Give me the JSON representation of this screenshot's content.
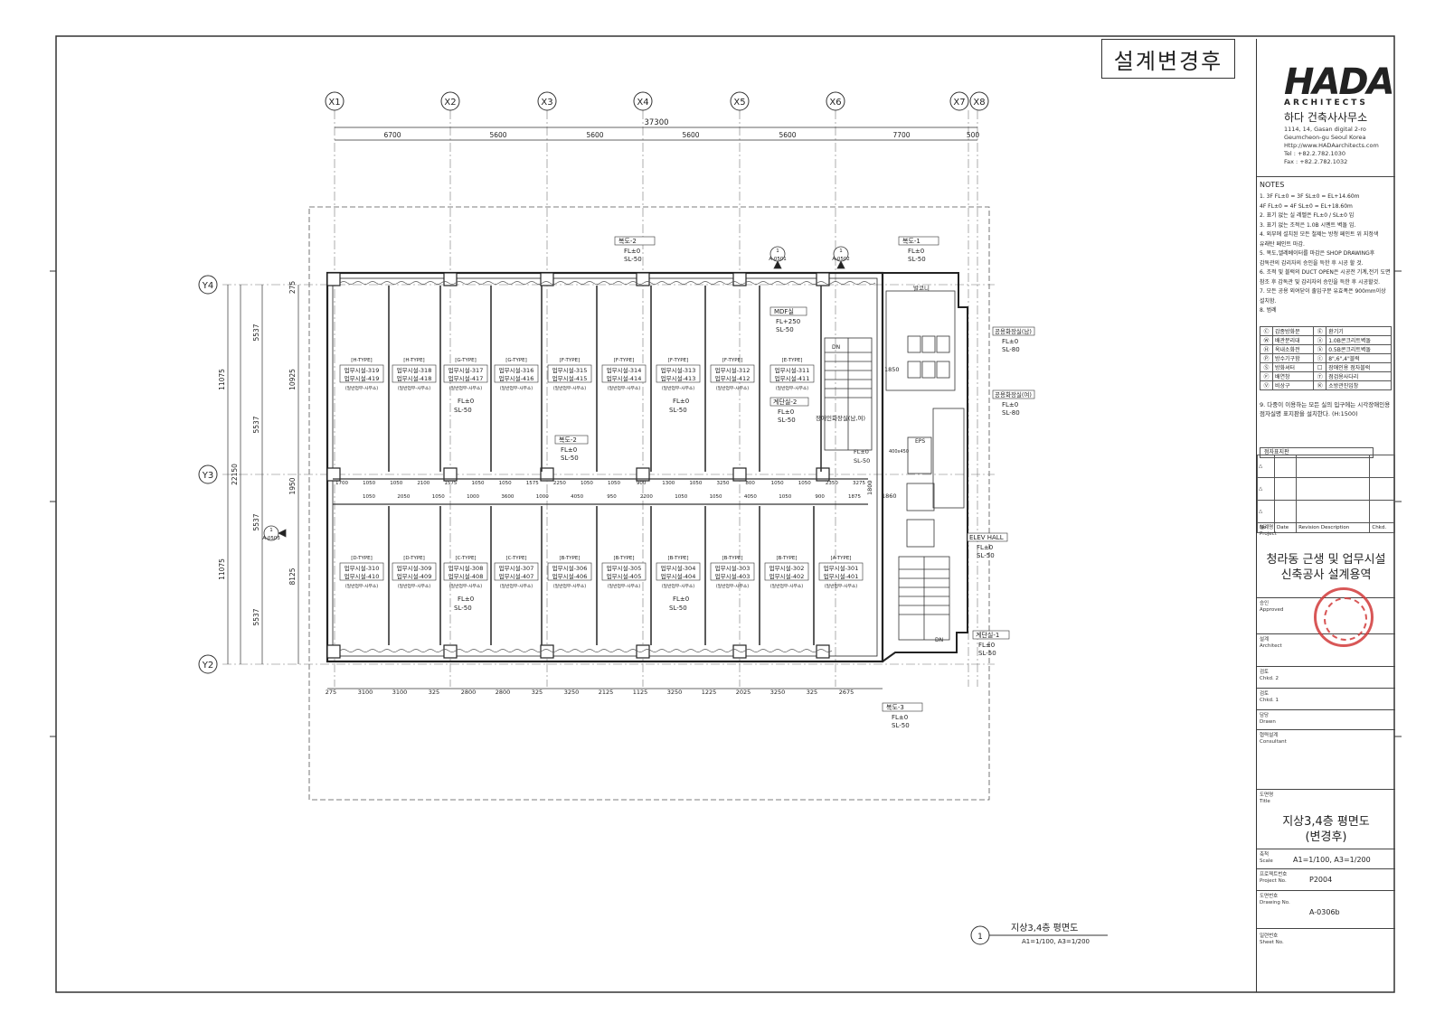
{
  "stamp": {
    "text": "설계변경후"
  },
  "firm": {
    "logo": "HADA",
    "logo_sub": "ARCHITECTS",
    "name_kr": "하다 건축사사무소",
    "address": "1114, 14, Gasan digital 2-ro\nGeumcheon-gu Seoul Korea\nHttp://www.HADAarchitects.com\nTel : +82.2.782.1030\nFax : +82.2.782.1032"
  },
  "notes": {
    "title": "NOTES",
    "items": [
      "1. 3F FL±0 = 3F SL±0 = EL+14.60m",
      "   4F FL±0 = 4F SL±0 = EL+18.60m",
      "2. 표기 없는 실 레벨은 FL±0 / SL±0 임",
      "3. 표기 없는 조적은 1.0B 시멘트 벽돌 임.",
      "4. 외부에 설치된 모든 철제는 방청 페인트 위 지정색",
      "   유래탄 페인트 마감.",
      "5. 복도,엘레베이터를 마감은 SHOP DRAWING후",
      "   감독관의 감리자의 승인을 득한 후 시공 할 것.",
      "6. 조적 및 블럭의 DUCT OPEN은 시공전 기계,전기 도면",
      "   참조 후 감독관 및 감리자의 승인을 득한 후 시공할것.",
      "7. 모든 공용 외여닫이 출입구문 유효폭은 900mm이상",
      "   설치함.",
      "8. 범례"
    ],
    "legend": [
      [
        "Ⓒ",
        "갑종방화문",
        "Ⓔ",
        "환기기"
      ],
      [
        "Ⓦ",
        "배관분리대",
        "ⓐ",
        "1.0B콘크리트벽돌"
      ],
      [
        "Ⓗ",
        "옥내소화전",
        "ⓑ",
        "0.5B콘크리트벽돌"
      ],
      [
        "Ⓟ",
        "방수기구함",
        "ⓒ",
        "8\",6\",4\"블럭"
      ],
      [
        "Ⓢ",
        "방화셔터",
        "□",
        "장애인용 점자블럭"
      ],
      [
        "Ⓕ",
        "배연창",
        "Ⓣ",
        "점검용사다리"
      ],
      [
        "Ⓥ",
        "비상구",
        "Ⓚ",
        "소방관진입창"
      ]
    ],
    "item9": "9. 다중이 이용하는 모든 실의 입구에는 시각장애인용 점자실명 표지판을 설치한다. (H:1500)",
    "legend2": "점자표지판"
  },
  "revision": {
    "no": "No.",
    "date": "Date",
    "desc": "Revision Description",
    "chkd": "Chkd."
  },
  "titleblock": {
    "project_label": "설계명\nProject",
    "project": "청라동 근생 및 업무시설\n신축공사 설계용역",
    "approved_label": "승인\nApproved",
    "architect_label": "설계\nArchitect",
    "chkd2_label": "검토\nChkd. 2",
    "chkd1_label": "검토\nChkd. 1",
    "drawn_label": "담당\nDrawn",
    "consultant_label": "협력설계\nConsultant",
    "title_label": "도면명\nTitle",
    "title": "지상3,4층 평면도\n(변경후)",
    "scale_label": "축척\nScale",
    "scale": "A1=1/100, A3=1/200",
    "project_no_label": "프로젝트번호\nProject No.",
    "project_no": "P2004",
    "drawing_no_label": "도면번호\nDrawing No.",
    "drawing_no": "A-0306b",
    "sheet_no_label": "일련번호\nSheet No."
  },
  "drawing": {
    "sheet_label": "지상3,4층 평면도",
    "sheet_scale": "A1=1/100, A3=1/200",
    "sheet_no": "1",
    "grid_x": [
      "X1",
      "X2",
      "X3",
      "X4",
      "X5",
      "X6",
      "X7",
      "X8"
    ],
    "grid_y": [
      "Y4",
      "Y3",
      "Y2"
    ],
    "overall_dim": "37300",
    "top_dims": [
      "6700",
      "5600",
      "5600",
      "5600",
      "5600",
      "7700",
      "500"
    ],
    "left_dims_outer": [
      "11075",
      "22150",
      "11075"
    ],
    "left_dims_inner": [
      "5537",
      "5537",
      "5537",
      "5537"
    ],
    "bottom_dims": [
      "275",
      "3100",
      "3100",
      "325",
      "2800",
      "2800",
      "325",
      "3250",
      "2125",
      "1125",
      "3250",
      "1225",
      "2025",
      "3250",
      "325",
      "2675"
    ],
    "corridor_dims_top": [
      "1700",
      "1050",
      "1050",
      "2100",
      "1575",
      "1050",
      "1050",
      "1575",
      "2250",
      "1050",
      "1050",
      "900",
      "1300",
      "1050",
      "3250",
      "800",
      "1050",
      "1050",
      "2350",
      "3275"
    ],
    "corridor_dims_bottom": [
      "1050",
      "2050",
      "1050",
      "1000",
      "3600",
      "1000",
      "4050",
      "950",
      "2200",
      "1050",
      "1050",
      "4050",
      "1050",
      "900",
      "1875"
    ],
    "rooms_top": [
      {
        "type": "[H-TYPE]",
        "a": "업무시설-319",
        "b": "업무시설-419"
      },
      {
        "type": "[H-TYPE]",
        "a": "업무시설-318",
        "b": "업무시설-418"
      },
      {
        "type": "[G-TYPE]",
        "a": "업무시설-317",
        "b": "업무시설-417"
      },
      {
        "type": "[G-TYPE]",
        "a": "업무시설-316",
        "b": "업무시설-416"
      },
      {
        "type": "[F-TYPE]",
        "a": "업무시설-315",
        "b": "업무시설-415"
      },
      {
        "type": "[F-TYPE]",
        "a": "업무시설-314",
        "b": "업무시설-414"
      },
      {
        "type": "[F-TYPE]",
        "a": "업무시설-313",
        "b": "업무시설-413"
      },
      {
        "type": "[F-TYPE]",
        "a": "업무시설-312",
        "b": "업무시설-412"
      },
      {
        "type": "[E-TYPE]",
        "a": "업무시설-311",
        "b": "업무시설-411"
      }
    ],
    "rooms_bottom": [
      {
        "type": "[D-TYPE]",
        "a": "업무시설-310",
        "b": "업무시설-410"
      },
      {
        "type": "[D-TYPE]",
        "a": "업무시설-309",
        "b": "업무시설-409"
      },
      {
        "type": "[C-TYPE]",
        "a": "업무시설-308",
        "b": "업무시설-408"
      },
      {
        "type": "[C-TYPE]",
        "a": "업무시설-307",
        "b": "업무시설-407"
      },
      {
        "type": "[B-TYPE]",
        "a": "업무시설-306",
        "b": "업무시설-406"
      },
      {
        "type": "[B-TYPE]",
        "a": "업무시설-305",
        "b": "업무시설-405"
      },
      {
        "type": "[B-TYPE]",
        "a": "업무시설-304",
        "b": "업무시설-404"
      },
      {
        "type": "[B-TYPE]",
        "a": "업무시설-303",
        "b": "업무시설-403"
      },
      {
        "type": "[B-TYPE]",
        "a": "업무시설-302",
        "b": "업무시설-402"
      },
      {
        "type": "[A-TYPE]",
        "a": "업무시설-301",
        "b": "업무시설-401"
      }
    ],
    "room_use": "(일반업무-사무소)",
    "level_fl0": "FL±0",
    "level_sl50": "SL-50",
    "level_sl80": "SL-80",
    "tags": {
      "corridor2": "복도-2",
      "corridor1": "복도-1",
      "corridor3": "복도-3",
      "mdf": "MDF실",
      "mdf_fl": "FL+250",
      "stair2": "계단실-2",
      "stair1": "계단실-1",
      "wc_m": "공용화장실(남)",
      "wc_f": "공용화장실(여)",
      "wc_accessible": "장애인화장실(남,여)",
      "elev": "ELEV HALL",
      "balcony": "발코니",
      "eps": "EPS",
      "section_a0501": "A-0501",
      "section_a0502": "A-0502",
      "section_a0503": "A-0503",
      "dn": "DN",
      "duct": "400x450",
      "dim_1850": "1850",
      "dim_1950": "1950",
      "dim_8125": "8125",
      "dim_10925": "10925",
      "dim_275": "275",
      "dim_1800": "1800",
      "dim_1860": "1860"
    }
  }
}
